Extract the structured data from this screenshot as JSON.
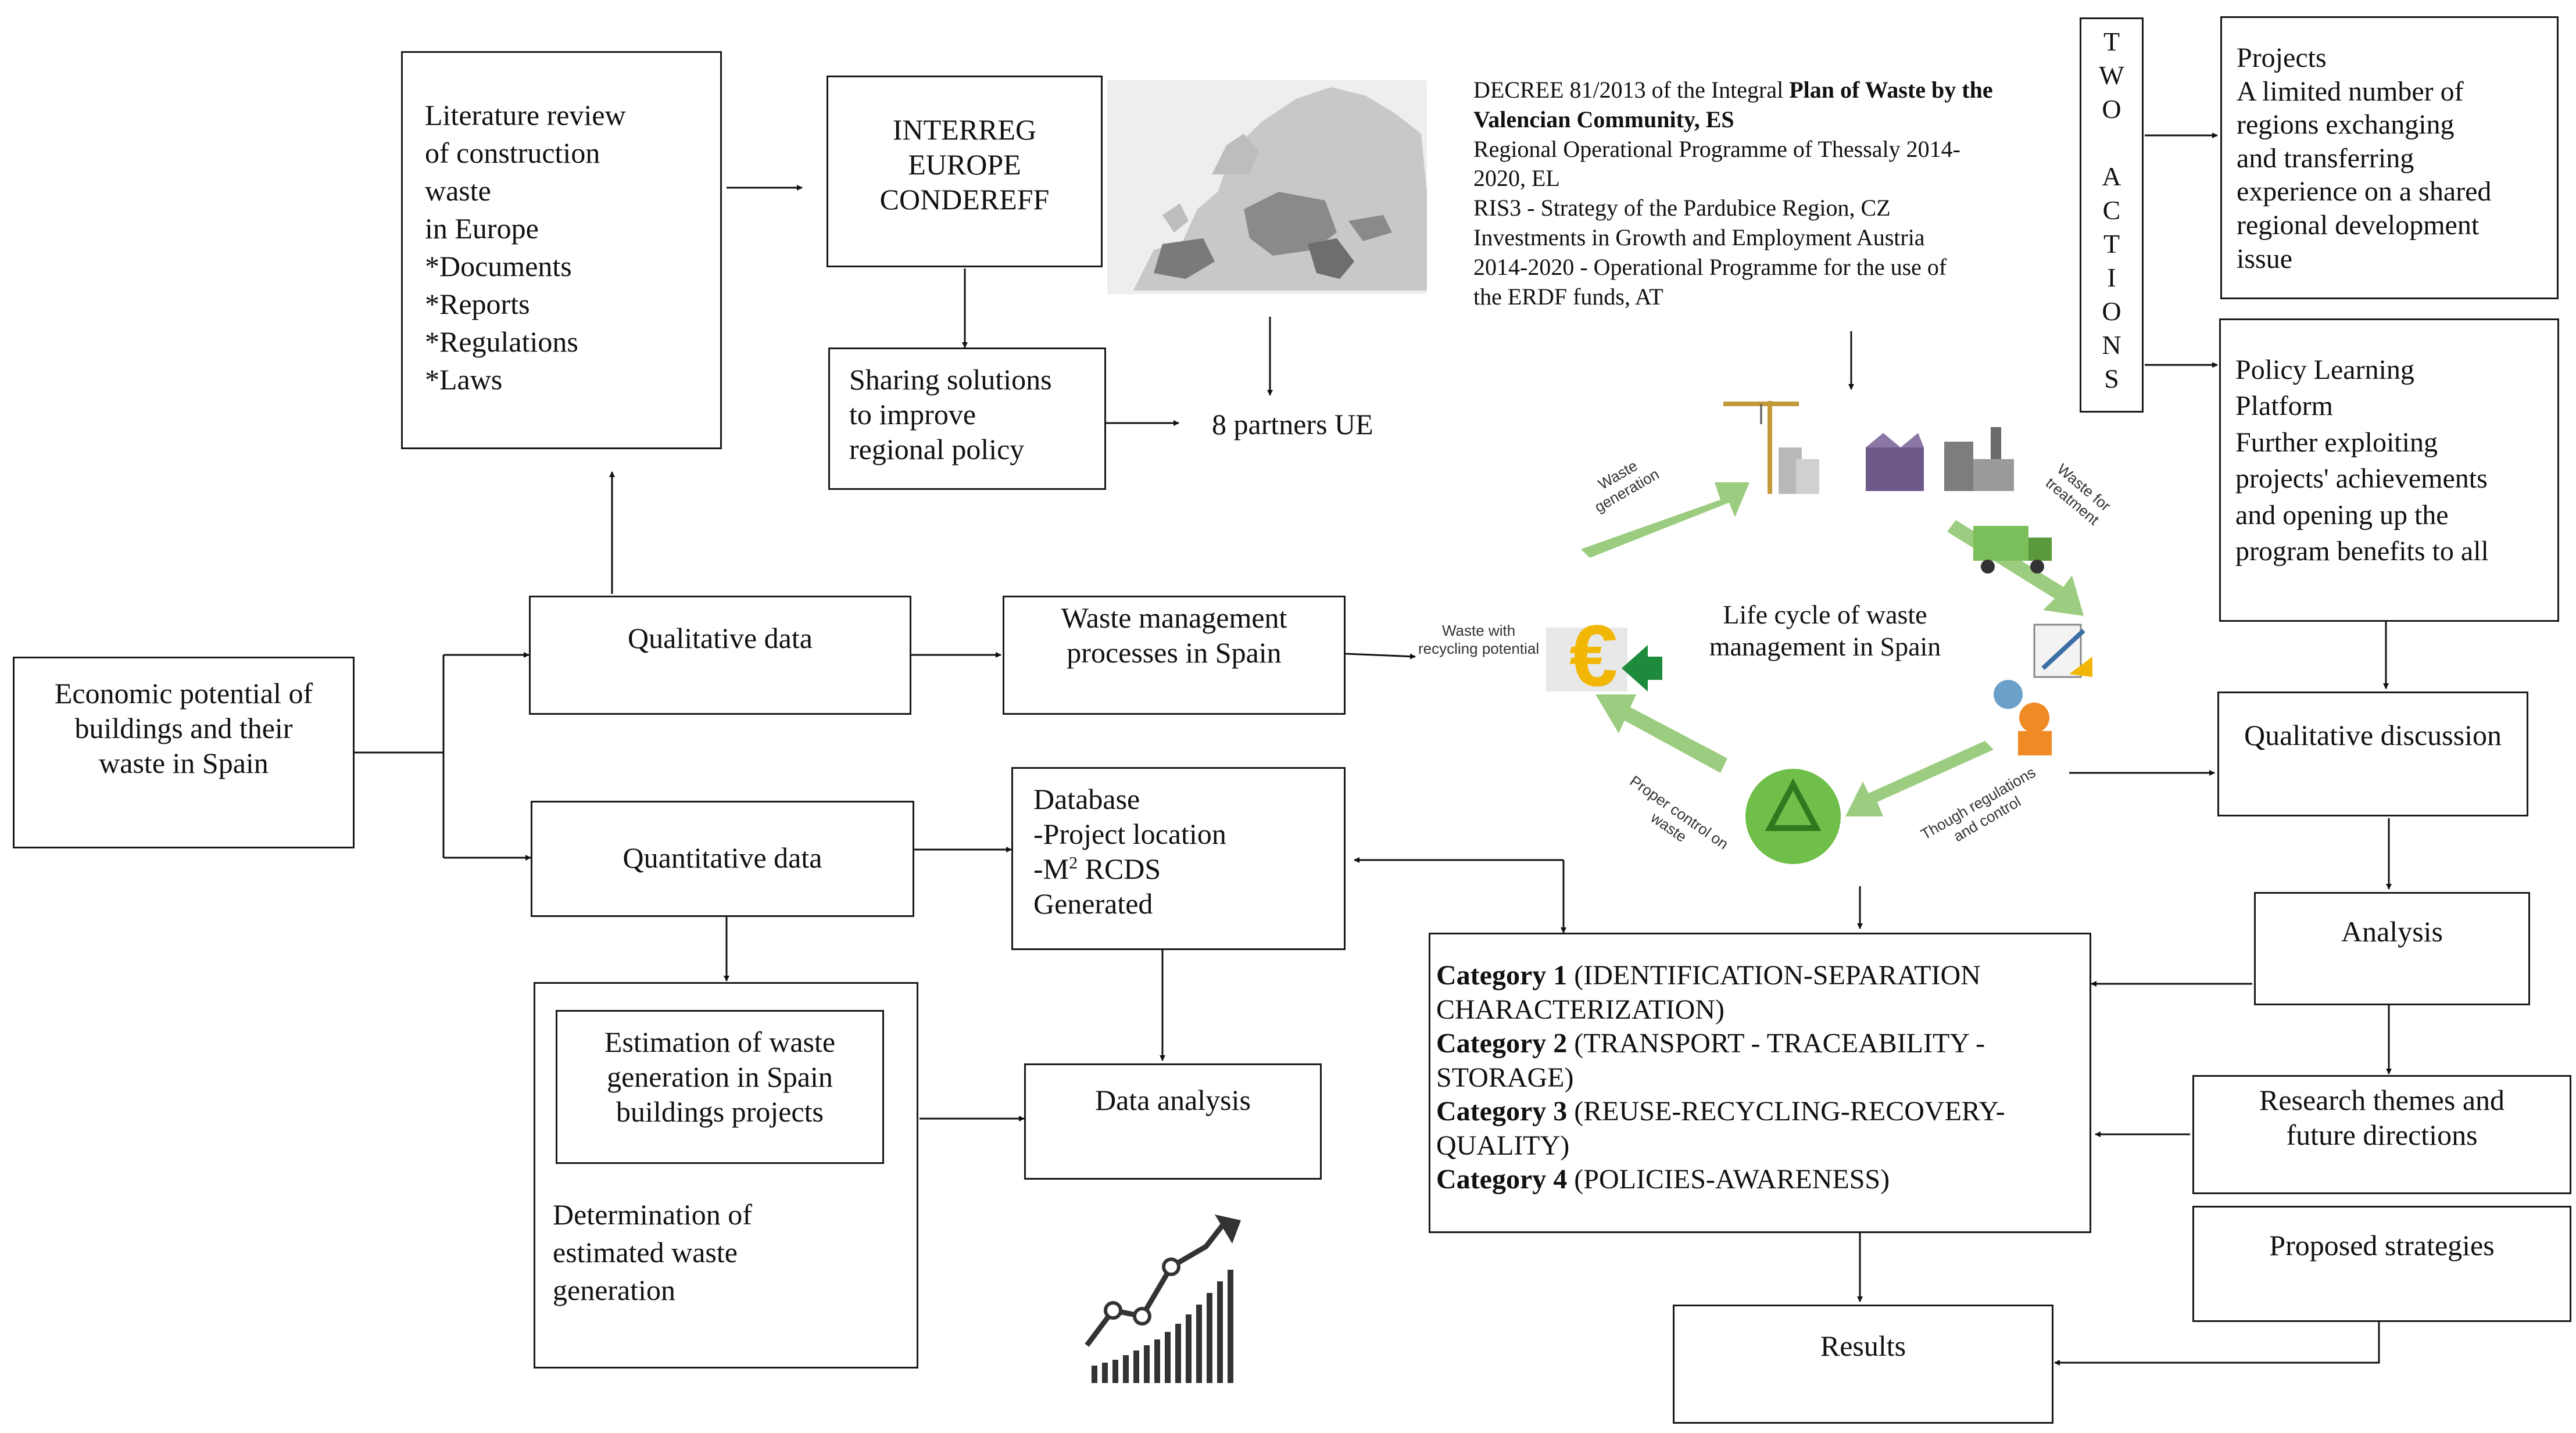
{
  "nodes": {
    "economic": "Economic potential of\nbuildings and their\nwaste in Spain",
    "literature": "Literature review\nof construction\nwaste\nin Europe\n*Documents\n*Reports\n*Regulations\n*Laws",
    "interreg": "INTERREG\nEUROPE\nCONDEREFF",
    "sharing": "Sharing solutions\nto improve\nregional policy",
    "partners": "8 partners UE",
    "decree_title": "DECREE 81/2013 of the Integral ",
    "decree_bold": "Plan of Waste by the Valencian  Community, ES",
    "decree_rest": "Regional Operational Programme of Thessaly 2014-\n2020, EL\nRIS3 - Strategy of the Pardubice Region, CZ\nInvestments in Growth and Employment Austria\n2014-2020 - Operational Programme for the use of\nthe ERDF funds, AT",
    "two_actions": [
      "T",
      "W",
      "O",
      "",
      "A",
      "C",
      "T",
      "I",
      "O",
      "N",
      "S"
    ],
    "projects": "Projects\nA limited number of\nregions exchanging\nand transferring\nexperience on a shared\nregional development\nissue",
    "policy": "Policy Learning\nPlatform\nFurther exploiting\nprojects' achievements\nand opening up the\nprogram benefits to all",
    "qualitative": "Qualitative  data",
    "waste_mgmt": "Waste management\nprocesses in Spain",
    "quantitative": "Quantitative  data",
    "database": "Database\n-Project location\n-M",
    "database_sup": "2",
    "database_rest": " RCDS\nGenerated",
    "estimation": "Estimation  of waste\ngeneration in Spain\nbuildings projects",
    "determination": "Determination  of\nestimated  waste\ngeneration",
    "data_analysis": "Data analysis",
    "lifecycle": "Life cycle of waste\nmanagement in Spain",
    "qual_discussion": "Qualitative  discussion",
    "analysis": "Analysis",
    "research": "Research  themes  and\nfuture  directions",
    "proposed": "Proposed strategies",
    "results": "Results",
    "categories": [
      {
        "label": "Category 1",
        "text": " (IDENTIFICATION-SEPARATION\nCHARACTERIZATION)"
      },
      {
        "label": "Category 2",
        "text": " (TRANSPORT - TRACEABILITY -\nSTORAGE)"
      },
      {
        "label": "Category 3",
        "text": " (REUSE-RECYCLING-RECOVERY-\nQUALITY)"
      },
      {
        "label": "Category 4",
        "text": " (POLICIES-AWARENESS)"
      }
    ]
  },
  "cycle_labels": {
    "generation": "Waste\ngeneration",
    "treatment": "Waste for\ntreatment",
    "regulations": "Though regulations\nand control",
    "control": "Proper control on\nwaste",
    "recycling": "Waste with\nrecycling potential"
  },
  "colors": {
    "cycle_arrow": "#9ccc7f",
    "map_land": "#9a9a9a",
    "map_highlight": "#555555",
    "euro": "#f2b705"
  }
}
